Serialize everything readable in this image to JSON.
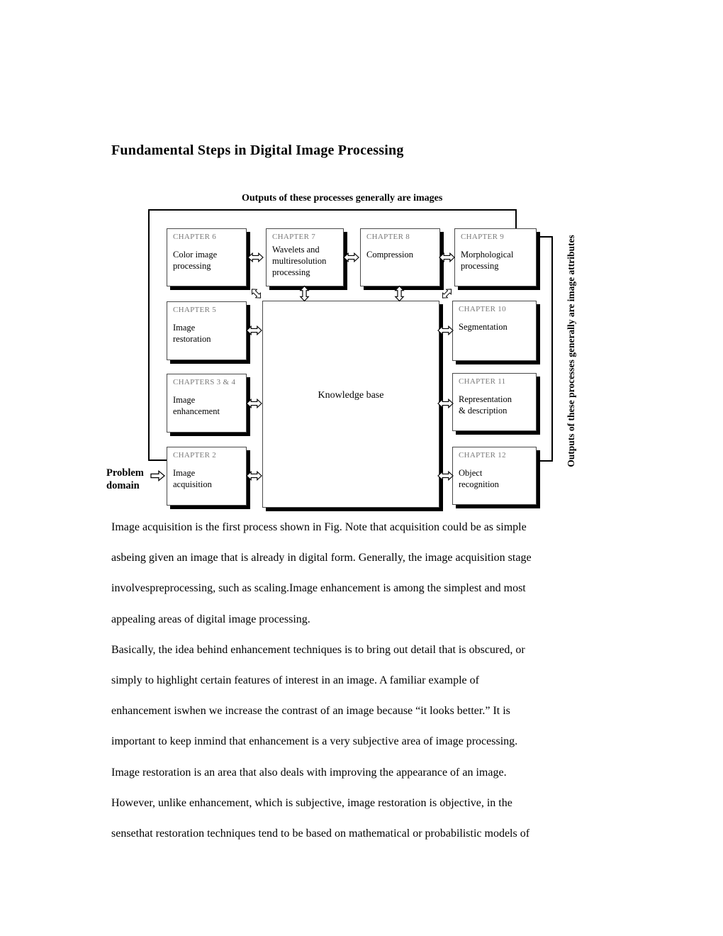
{
  "page": {
    "title": "Fundamental Steps in Digital Image Processing"
  },
  "diagram": {
    "top_label": "Outputs of these processes generally are images",
    "side_label": "Outputs of these processes generally are image attributes",
    "problem_domain_label": "Problem domain",
    "knowledge_base_label": "Knowledge base",
    "boxes": {
      "ch6": {
        "header": "CHAPTER 6",
        "label": "Color image\nprocessing"
      },
      "ch7": {
        "header": "CHAPTER 7",
        "label": "Wavelets and\nmultiresolution\nprocessing"
      },
      "ch8": {
        "header": "CHAPTER 8",
        "label": "Compression"
      },
      "ch9": {
        "header": "CHAPTER 9",
        "label": "Morphological\nprocessing"
      },
      "ch5": {
        "header": "CHAPTER 5",
        "label": "Image\nrestoration"
      },
      "ch34": {
        "header": "CHAPTERS 3 & 4",
        "label": "Image\nenhancement"
      },
      "ch2": {
        "header": "CHAPTER 2",
        "label": "Image\nacquisition"
      },
      "ch10": {
        "header": "CHAPTER 10",
        "label": "Segmentation"
      },
      "ch11": {
        "header": "CHAPTER 11",
        "label": "Representation\n& description"
      },
      "ch12": {
        "header": "CHAPTER 12",
        "label": "Object\nrecognition"
      }
    },
    "icons": {
      "double_arrow": "hollow double-headed arrow",
      "right_arrow": "hollow rightwards arrow"
    },
    "colors": {
      "box_border": "#4a4a4a",
      "box_shadow": "#000000",
      "chapter_header_gray": "#7a7a7a"
    }
  },
  "body": {
    "paragraph1": "Image acquisition is the first process shown in Fig. Note that acquisition could be as simple\nasbeing given an image that is already in digital form. Generally, the image acquisition stage\ninvolvespreprocessing, such as scaling.Image enhancement is among the simplest and most\nappealing areas of digital image processing.",
    "paragraph2": "Basically, the idea behind enhancement techniques is to bring out detail that is obscured, or\nsimply to highlight certain features of interest in an image. A familiar example of\nenhancement iswhen we increase the contrast of an image because “it looks better.” It is\nimportant to keep inmind that enhancement is a very subjective area of image processing.",
    "paragraph3": "Image restoration is an area that also deals with improving the appearance of an image.\nHowever, unlike enhancement, which is subjective, image restoration is objective, in the\nsensethat restoration techniques tend to be based on mathematical or probabilistic models of"
  }
}
